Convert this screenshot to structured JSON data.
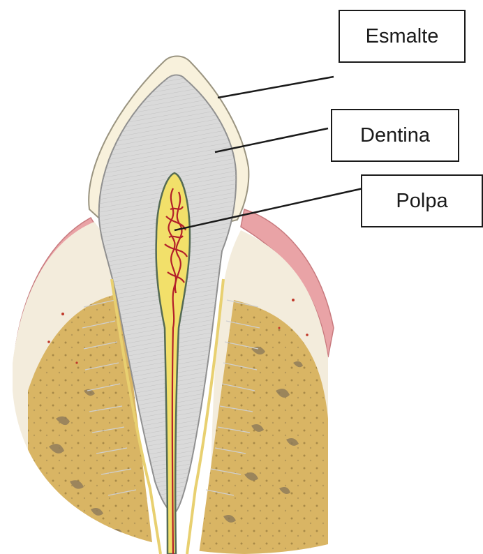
{
  "labels": {
    "enamel": "Esmalte",
    "dentin": "Dentina",
    "pulp": "Polpa"
  },
  "colors": {
    "enamel": "#f8f1dc",
    "dentin": "#d9d9d9",
    "pulp": "#f2e06a",
    "vessels": "#b3202a",
    "gum": "#e9a3a6",
    "bone": "#d9b564",
    "bone_spot": "#8c7a5a",
    "outline": "#555555"
  },
  "icons": [
    "tooth-cross-section-illustration"
  ]
}
